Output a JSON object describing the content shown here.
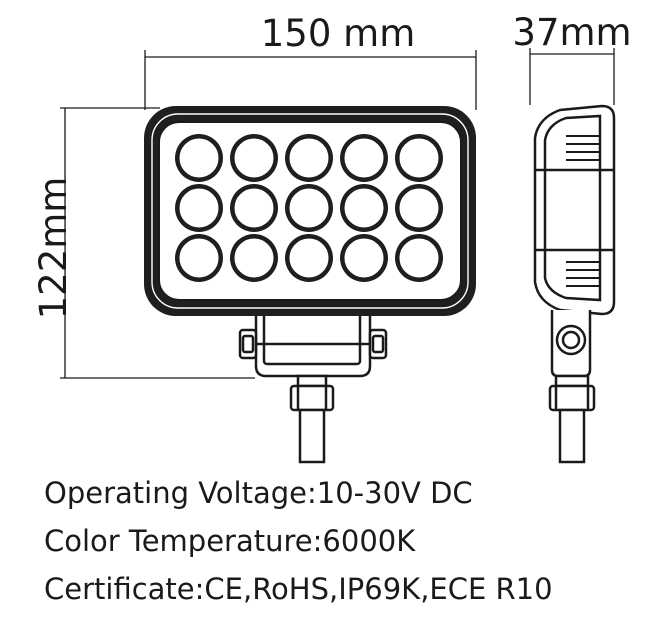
{
  "dimensions": {
    "width": "150 mm",
    "depth": "37mm",
    "height": "122mm"
  },
  "specs": [
    {
      "label": "Operating Voltage",
      "value": "10-30V DC"
    },
    {
      "label": "Color Temperature",
      "value": "6000K"
    },
    {
      "label": "Certificate",
      "value": "CE,RoHS,IP69K,ECE R10"
    }
  ],
  "led_grid": {
    "rows": 3,
    "columns": 5
  },
  "colors": {
    "ink": "#1a1a1a",
    "background": "#ffffff"
  }
}
